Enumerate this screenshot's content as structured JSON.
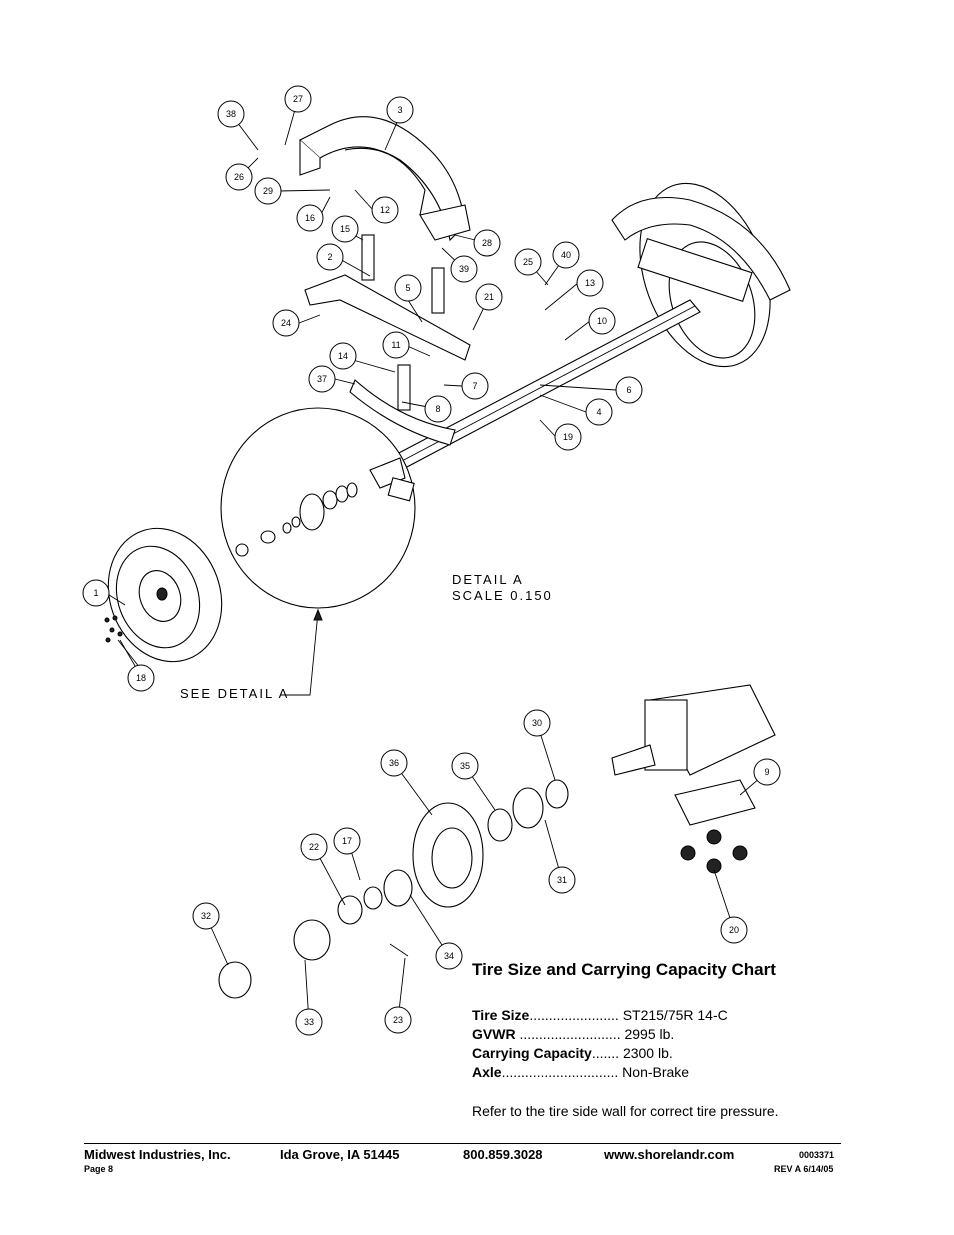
{
  "diagram": {
    "callouts": [
      "1",
      "2",
      "3",
      "4",
      "5",
      "6",
      "7",
      "8",
      "9",
      "10",
      "11",
      "12",
      "13",
      "14",
      "15",
      "16",
      "17",
      "18",
      "19",
      "20",
      "21",
      "22",
      "23",
      "24",
      "25",
      "26",
      "27",
      "28",
      "29",
      "30",
      "31",
      "32",
      "33",
      "34",
      "35",
      "36",
      "37",
      "38",
      "39",
      "40"
    ],
    "detail_title": "DETAIL  A",
    "detail_scale": "SCALE  0.150",
    "see_detail": "SEE DETAIL  A"
  },
  "chart": {
    "title": "Tire Size and Carrying Capacity Chart",
    "rows": [
      {
        "label": "Tire Size",
        "dots": ".......................",
        "value": "ST215/75R 14-C"
      },
      {
        "label": "GVWR",
        "dots": "..........................",
        "value": "2995 lb."
      },
      {
        "label": "Carrying Capacity",
        "dots": ".......",
        "value": "2300 lb."
      },
      {
        "label": "Axle",
        "dots": "..............................",
        "value": "Non-Brake"
      }
    ],
    "note": "Refer to the tire side wall for correct tire pressure."
  },
  "footer": {
    "company": "Midwest Industries, Inc.",
    "page": "Page 8",
    "location": "Ida Grove, IA  51445",
    "phone": "800.859.3028",
    "website": "www.shorelandr.com",
    "doc_number": "0003371",
    "revision": "REV A   6/14/05"
  }
}
